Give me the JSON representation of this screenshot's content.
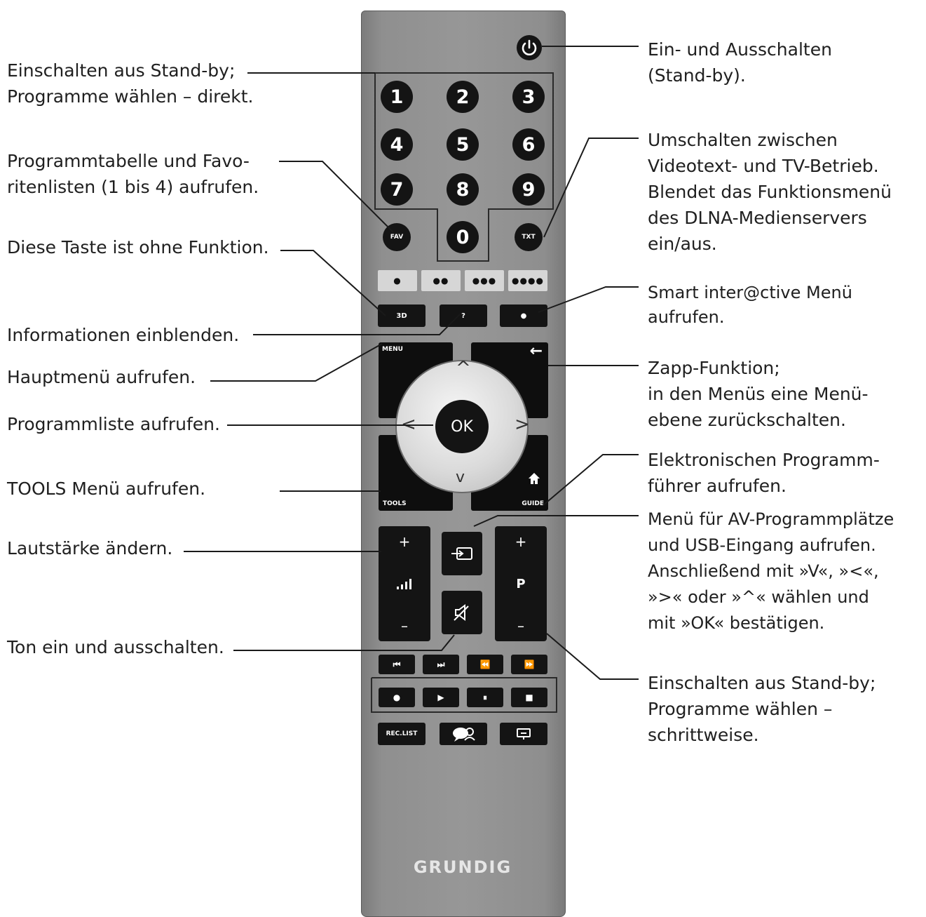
{
  "remote": {
    "brand": "GRUNDIG",
    "digits": [
      "1",
      "2",
      "3",
      "4",
      "5",
      "6",
      "7",
      "8",
      "9",
      "0"
    ],
    "fav_label": "FAV",
    "txt_label": "TXT",
    "color_buttons": [
      "●",
      "●●",
      "●●●",
      "●●●●"
    ],
    "btn_3d": "3D",
    "btn_info": "?",
    "btn_smart": "●",
    "menu_label": "MENU",
    "back_icon": "←",
    "ok_label": "OK",
    "up_arrow": "^",
    "down_arrow": "v",
    "left_arrow": "<",
    "right_arrow": ">",
    "tools_label": "TOOLS",
    "guide_label": "GUIDE",
    "vol_plus": "+",
    "vol_minus": "–",
    "prog_plus": "+",
    "prog_letter": "P",
    "prog_minus": "–",
    "transport_row1": [
      "⏮",
      "⏭",
      "⏪",
      "⏩"
    ],
    "transport_row2": [
      "●",
      "▶",
      "⏸",
      "■"
    ],
    "rec_list_label": "REC.LIST"
  },
  "labels_left": {
    "standby_direct": "Einschalten aus Stand-by;\nProgramme wählen – direkt.",
    "fav_table": "Programmtabelle und Favo-\nritenlisten (1 bis 4) aufrufen.",
    "no_function": "Diese Taste ist ohne Funktion.",
    "info": "Informationen einblenden.",
    "main_menu": "Hauptmenü aufrufen.",
    "channel_list": "Programmliste aufrufen.",
    "tools_menu": "TOOLS Menü aufrufen.",
    "volume": "Lautstärke ändern.",
    "mute": "Ton ein und ausschalten."
  },
  "labels_right": {
    "power": "Ein- und Ausschalten\n(Stand-by).",
    "teletext": "Umschalten zwischen\nVideotext- und TV-Betrieb.\nBlendet das Funktionsmenü\ndes DLNA-Medienservers\nein/aus.",
    "smart": "Smart inter@ctive Menü\naufrufen.",
    "zapp": " Zapp-Funktion;\nin den Menüs eine Menü-\nebene zurückschalten.",
    "epg": "Elektronischen Programm-\nführer aufrufen.",
    "av_menu": " Menü für AV-Programmplätze\nund USB-Eingang aufrufen.\nAnschließend mit »V«, »<«,\n»>« oder »^« wählen und\nmit »OK« bestätigen.",
    "standby_step": "Einschalten aus Stand-by;\nProgramme wählen –\nschrittweise."
  }
}
